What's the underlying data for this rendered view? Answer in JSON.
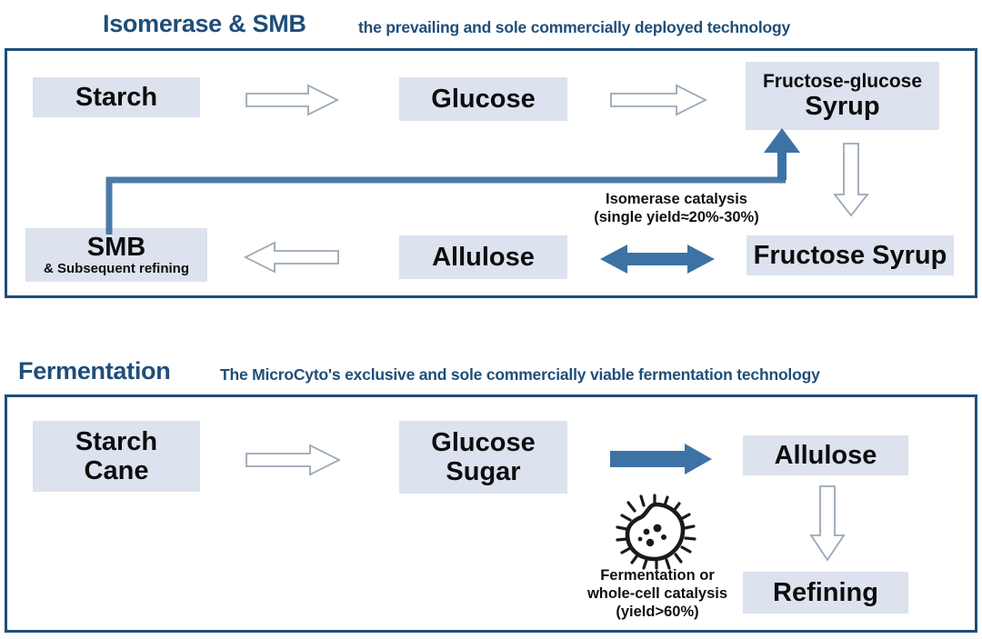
{
  "colors": {
    "panel_border": "#1f4e79",
    "title_text": "#1f4e79",
    "node_fill": "#dce2ee",
    "node_text": "#0d0d0d",
    "hollow_arrow_stroke": "#9aa8b5",
    "solid_arrow_fill": "#3d72a4",
    "connector_line": "#4a7aa7",
    "microbe": "#1a1a1a",
    "background": "#ffffff"
  },
  "panel1": {
    "title_main": "Isomerase & SMB",
    "title_sub": "the prevailing and sole commercially deployed technology",
    "nodes": {
      "starch": "Starch",
      "glucose": "Glucose",
      "fructose_glucose_line1": "Fructose-glucose",
      "fructose_glucose_line2": "Syrup",
      "smb_line1": "SMB",
      "smb_line2": "& Subsequent  refining",
      "allulose": "Allulose",
      "fructose_syrup": "Fructose Syrup"
    },
    "caption": {
      "line1": "Isomerase catalysis",
      "line2": "(single yield≈20%-30%)"
    },
    "arrows": [
      {
        "name": "starch-to-glucose",
        "style": "hollow",
        "direction": "right"
      },
      {
        "name": "glucose-to-fructose-glucose-syrup",
        "style": "hollow",
        "direction": "right"
      },
      {
        "name": "fructose-glucose-syrup-to-fructose-syrup",
        "style": "hollow",
        "direction": "down"
      },
      {
        "name": "allulose-to-smb",
        "style": "hollow",
        "direction": "left"
      },
      {
        "name": "allulose-fructose-syrup",
        "style": "solid",
        "direction": "double-horizontal"
      },
      {
        "name": "smb-to-fructose-glucose-syrup",
        "style": "solid-elbow",
        "direction": "up"
      }
    ]
  },
  "panel2": {
    "title_main": "Fermentation",
    "title_sub": "The MicroCyto's exclusive and sole commercially viable fermentation technology",
    "nodes": {
      "starch_line1": "Starch",
      "starch_line2": "Cane",
      "glucose_line1": "Glucose",
      "glucose_line2": "Sugar",
      "allulose": "Allulose",
      "refining": "Refining"
    },
    "caption": {
      "line1": "Fermentation or",
      "line2": "whole-cell catalysis",
      "line3": "(yield>60%)"
    },
    "icon": "microbe-icon",
    "arrows": [
      {
        "name": "starch-cane-to-glucose-sugar",
        "style": "hollow",
        "direction": "right"
      },
      {
        "name": "glucose-sugar-to-allulose",
        "style": "solid",
        "direction": "right"
      },
      {
        "name": "allulose-to-refining",
        "style": "hollow",
        "direction": "down"
      }
    ]
  }
}
